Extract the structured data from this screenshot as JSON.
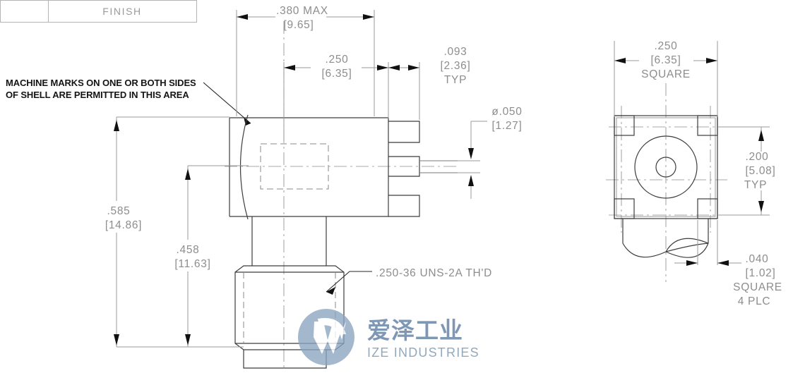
{
  "title_block": {
    "finish_label": "FINISH"
  },
  "notes": {
    "machine_marks_line1": "MACHINE MARKS ON ONE OR BOTH SIDES",
    "machine_marks_line2": "OF SHELL ARE PERMITTED IN THIS AREA"
  },
  "dimensions": {
    "overall_width": {
      "inch": ".380  MAX",
      "mm": "[9.65]"
    },
    "body_width": {
      "inch": ".250",
      "mm": "[6.35]"
    },
    "pin_spacing": {
      "inch": ".093",
      "mm": "[2.36]",
      "note": "TYP"
    },
    "pin_diameter": {
      "inch": "ø.050",
      "mm": "[1.27]"
    },
    "overall_height": {
      "inch": ".585",
      "mm": "[14.86]"
    },
    "thread_height": {
      "inch": ".458",
      "mm": "[11.63]"
    },
    "thread_callout": ".250-36 UNS-2A TH'D",
    "end_square": {
      "inch": ".250",
      "mm": "[6.35]",
      "note": "SQUARE"
    },
    "pin_pitch": {
      "inch": ".200",
      "mm": "[5.08]",
      "note": "TYP"
    },
    "pin_square": {
      "inch": ".040",
      "mm": "[1.02]",
      "note1": "SQUARE",
      "note2": "4 PLC"
    }
  },
  "watermark": {
    "chinese": "爱泽工业",
    "english": "IZE INDUSTRIES",
    "color": "#8aa4c0"
  },
  "colors": {
    "line": "#3c3c3c",
    "dimension": "#9a9a9a",
    "note": "#141414",
    "background": "#ffffff"
  }
}
